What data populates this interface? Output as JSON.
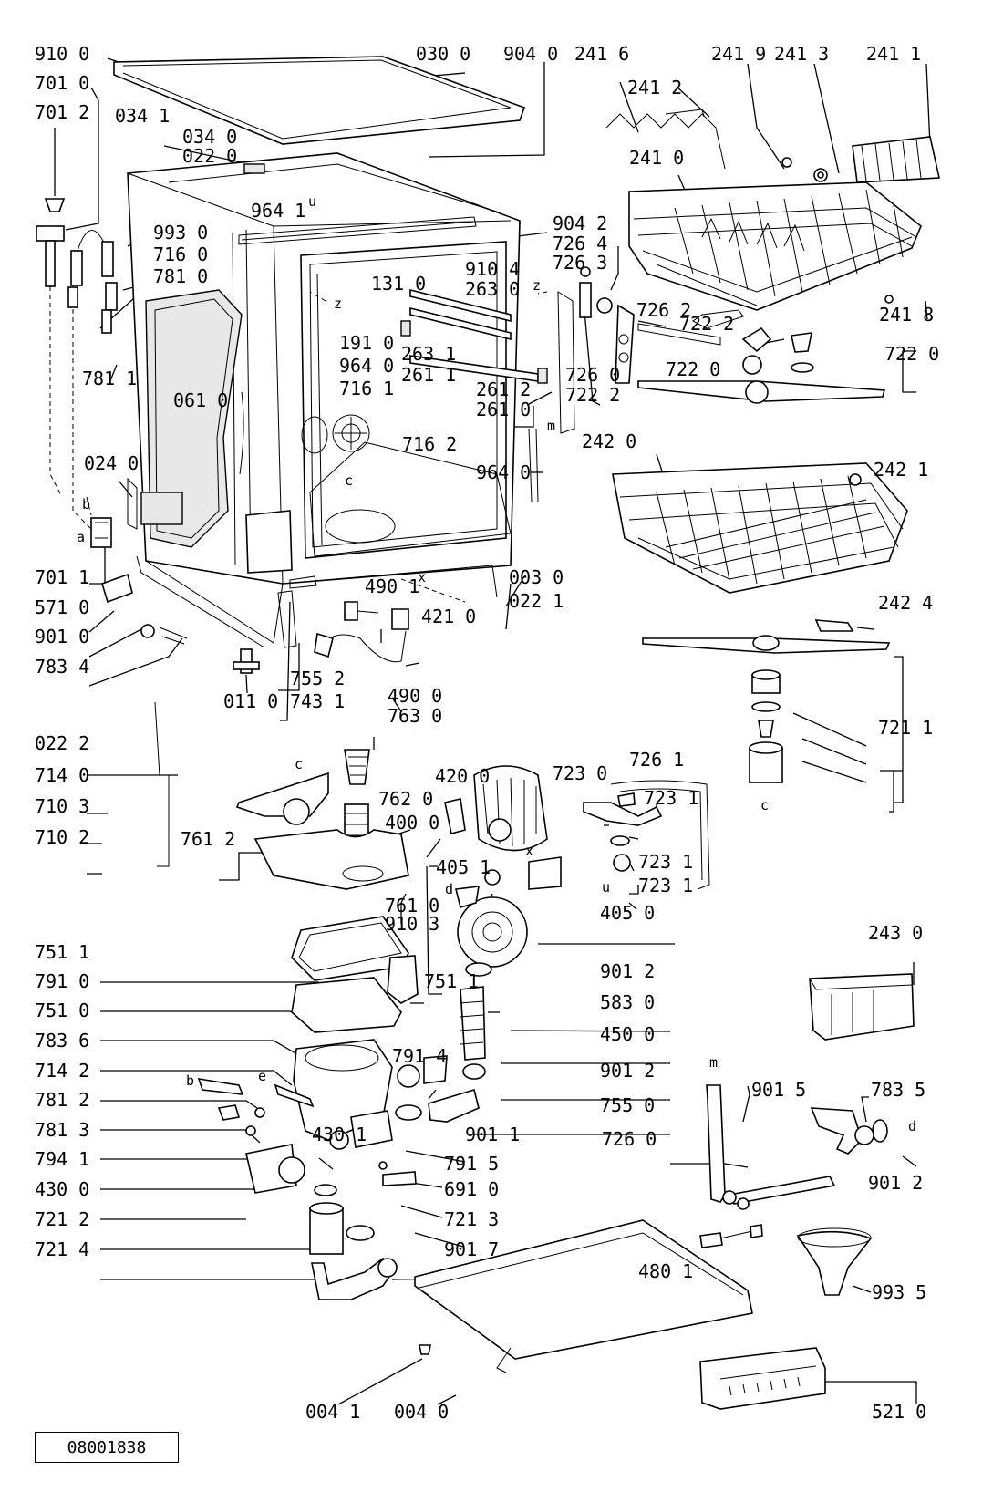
{
  "document_ref": "08001838",
  "letters": [
    "u",
    "z",
    "z",
    "m",
    "c",
    "b",
    "a",
    "x",
    "c",
    "x",
    "d",
    "u",
    "c",
    "m",
    "e",
    "b",
    "d"
  ],
  "labels": [
    "910 0",
    "701 0",
    "701 2",
    "034 1",
    "034 0",
    "022 0",
    "030 0",
    "904 0",
    "241 6",
    "241 2",
    "241 9",
    "241 3",
    "241 1",
    "241 0",
    "964 1",
    "993 0",
    "716 0",
    "781 0",
    "904 2",
    "726 4",
    "726 3",
    "910 4",
    "263 0",
    "131 0",
    "726 2",
    "722 2",
    "241 8",
    "722 0",
    "722 0",
    "191 0",
    "964 0",
    "716 1",
    "263 1",
    "261 1",
    "261 2",
    "261 0",
    "726 0",
    "722 2",
    "781 1",
    "061 0",
    "716 2",
    "964 0",
    "242 0",
    "024 0",
    "242 1",
    "701 1",
    "571 0",
    "901 0",
    "783 4",
    "003 0",
    "022 1",
    "490 1",
    "421 0",
    "242 4",
    "011 0",
    "755 2",
    "743 1",
    "490 0",
    "763 0",
    "022 2",
    "714 0",
    "710 3",
    "710 2",
    "761 2",
    "762 0",
    "420 0",
    "400 0",
    "723 0",
    "726 1",
    "723 1",
    "721 1",
    "405 1",
    "723 1",
    "723 1",
    "405 0",
    "761 0",
    "910 3",
    "751 1",
    "751 1",
    "901 2",
    "791 0",
    "583 0",
    "751 0",
    "450 0",
    "783 6",
    "791 4",
    "714 2",
    "901 2",
    "243 0",
    "781 2",
    "755 0",
    "781 3",
    "901 1",
    "901 5",
    "783 5",
    "794 1",
    "791 5",
    "726 0",
    "430 1",
    "430 0",
    "691 0",
    "901 2",
    "721 2",
    "721 3",
    "721 4",
    "901 7",
    "480 1",
    "993 5",
    "004 1",
    "004 0",
    "521 0"
  ]
}
